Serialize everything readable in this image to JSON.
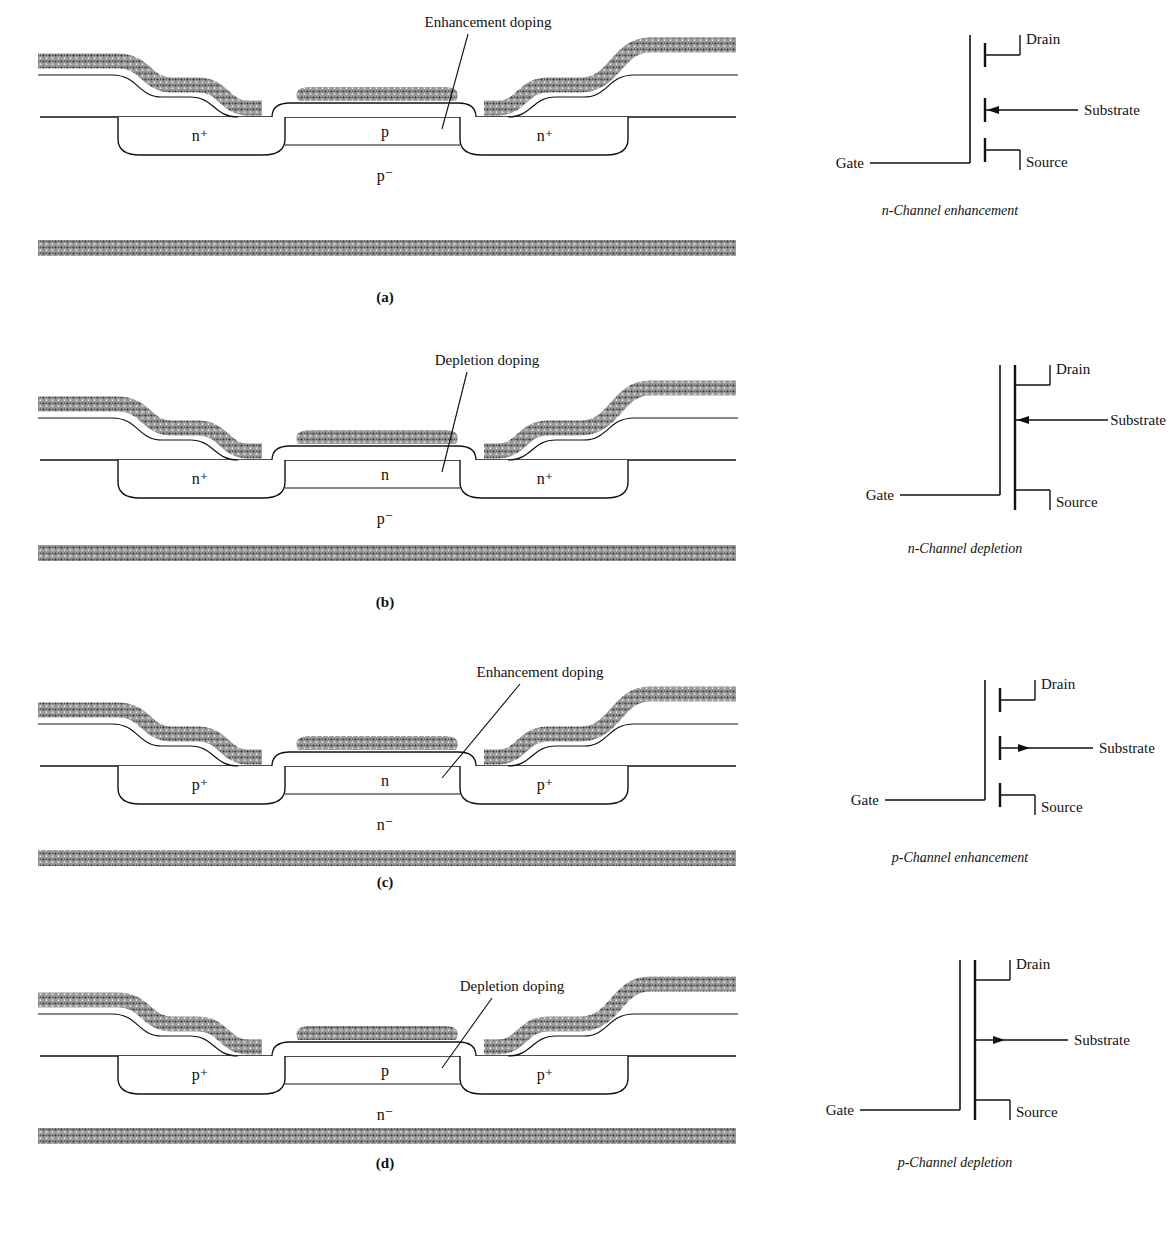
{
  "diagram": {
    "labels": [
      "Enhancement doping",
      "n⁺",
      "p",
      "n⁺",
      "p⁻",
      "Drain",
      "Substrate",
      "Gate",
      "Source",
      "n-Channel enhancement",
      "(a)",
      "Depletion doping",
      "n⁺",
      "n",
      "n⁺",
      "p⁻",
      "Drain",
      "Substrate",
      "Gate",
      "Source",
      "n-Channel depletion",
      "(b)",
      "Enhancement doping",
      "p⁺",
      "n",
      "p⁺",
      "n⁻",
      "Drain",
      "Substrate",
      "Gate",
      "Source",
      "p-Channel enhancement",
      "(c)",
      "Depletion doping",
      "p⁺",
      "p",
      "p⁺",
      "n⁻",
      "Drain",
      "Substrate",
      "Gate",
      "Source",
      "p-Channel depletion",
      "(d)"
    ]
  }
}
